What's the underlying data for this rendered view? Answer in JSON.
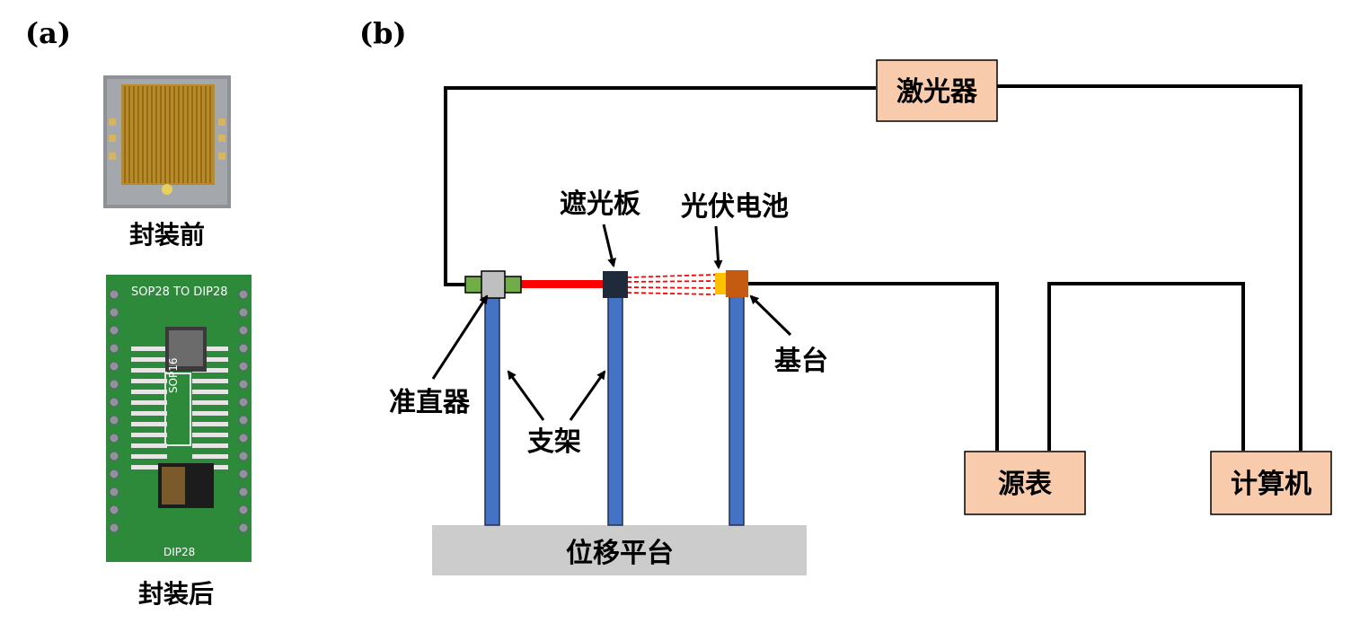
{
  "panel_a": {
    "label": "(a)",
    "caption_before": "封装前",
    "caption_after": "封装后",
    "chip_label_top": "SOP28 TO DIP28",
    "chip_label_mid": "SOP16",
    "chip_label_bottom": "DIP28"
  },
  "panel_b": {
    "label": "(b)",
    "laser": "激光器",
    "shield": "遮光板",
    "pv_cell": "光伏电池",
    "base_stage": "基台",
    "collimator": "准直器",
    "support": "支架",
    "platform": "位移平台",
    "source_meter": "源表",
    "computer": "计算机"
  },
  "colors": {
    "box_fill": "#f8cbad",
    "beam": "#ff0000",
    "pillar": "#4472c4",
    "platform": "#cccccc",
    "pcb": "#2e8b3a",
    "chip_gold": "#c9972c"
  }
}
